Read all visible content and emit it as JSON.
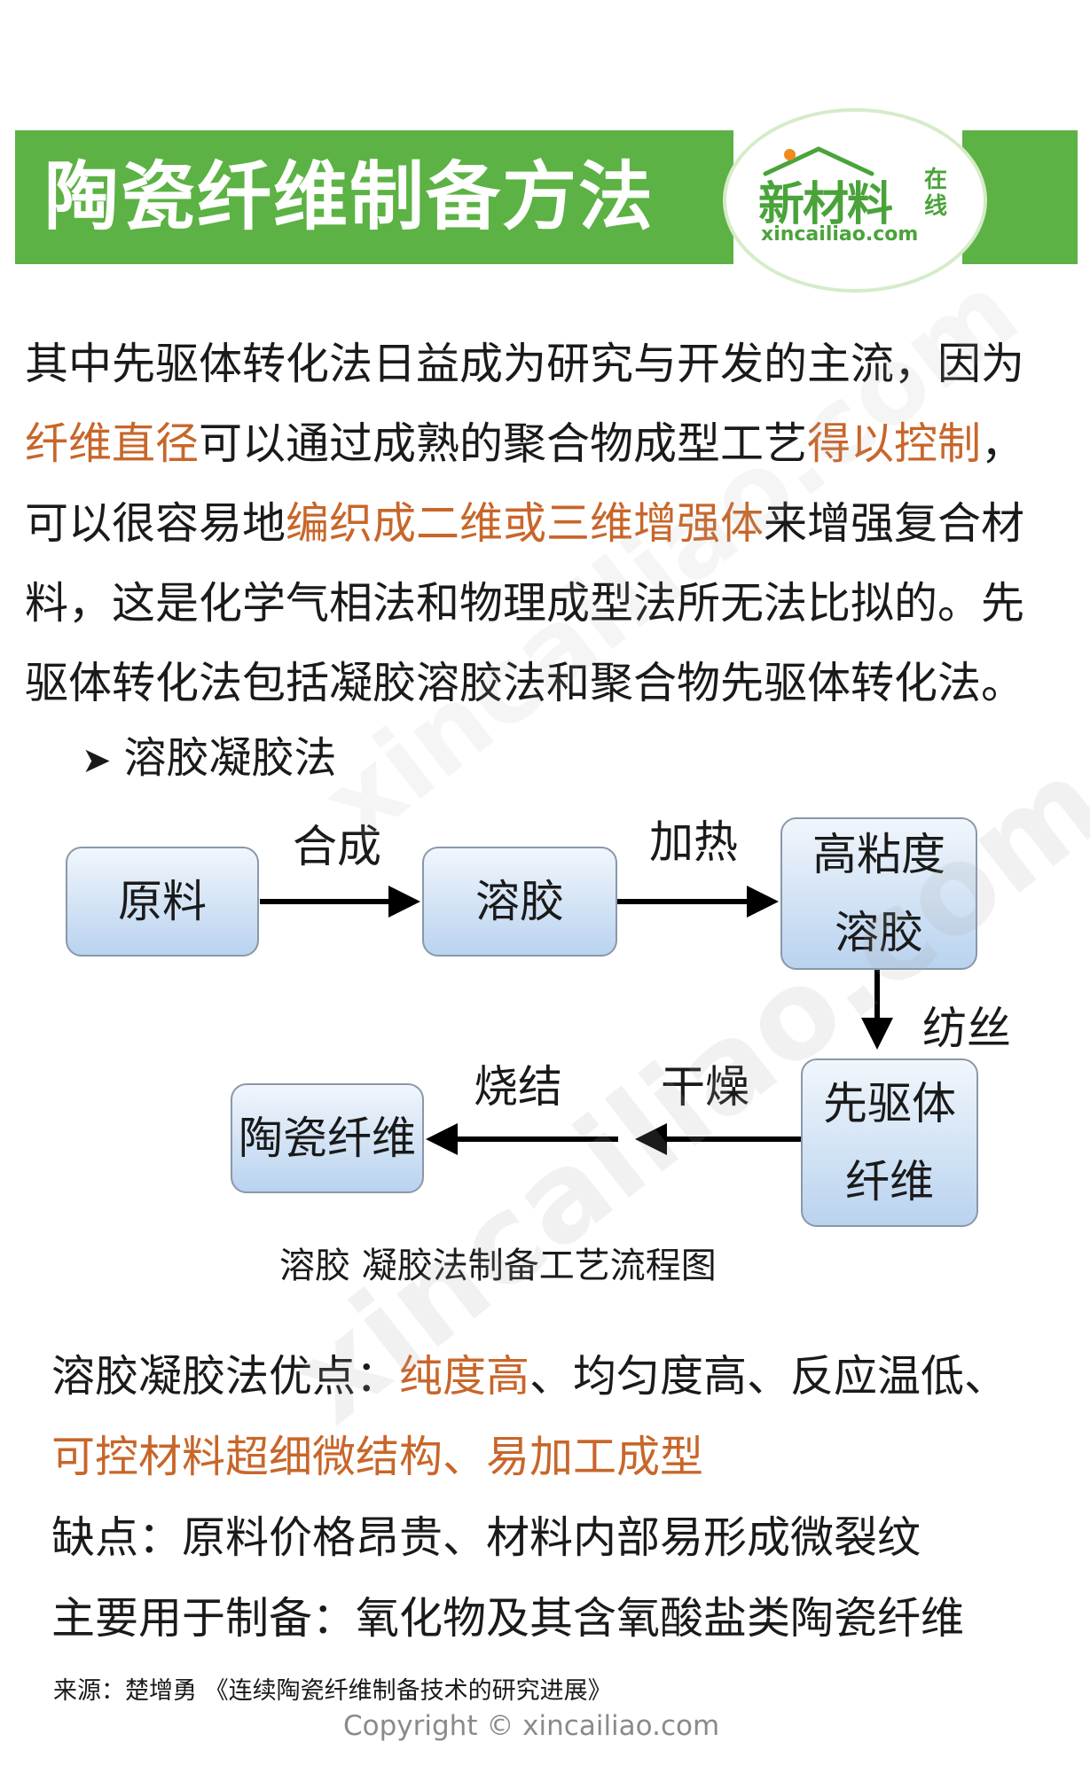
{
  "header": {
    "title": "陶瓷纤维制备方法",
    "logo_text": "新材料",
    "logo_side_1": "在",
    "logo_side_2": "线",
    "logo_url": "xincailiao.com"
  },
  "paragraph": {
    "l1": "其中先驱体转化法日益成为研究与开发的主流，因为",
    "l2_hl1": "纤维直径",
    "l2_mid": "可以通过成熟的聚合物成型工艺",
    "l2_hl2": "得以控制",
    "l2_end": "，",
    "l3_start": "可以很容易地",
    "l3_hl": "编织成二维或三维增强体",
    "l3_end": "来增强复合材",
    "l4": "料，这是化学气相法和物理成型法所无法比拟的。先",
    "l5": "驱体转化法包括凝胶溶胶法和聚合物先驱体转化法。"
  },
  "bullet": {
    "label": "溶胶凝胶法"
  },
  "diagram": {
    "nodes": {
      "raw": "原料",
      "sol": "溶胶",
      "viscous_1": "高粘度",
      "viscous_2": "溶胶",
      "precursor_1": "先驱体",
      "precursor_2": "纤维",
      "ceramic": "陶瓷纤维"
    },
    "edges": {
      "synthesis": "合成",
      "heating": "加热",
      "spinning": "纺丝",
      "drying": "干燥",
      "sintering": "烧结"
    },
    "caption": "溶胶 凝胶法制备工艺流程图"
  },
  "notes": {
    "adv_label": "溶胶凝胶法优点：",
    "adv_hl1": "纯度高",
    "adv_rest": "、均匀度高、反应温低、",
    "adv_hl2": "可控材料超细微结构、易加工成型",
    "disadv": "缺点：原料价格昂贵、材料内部易形成微裂纹",
    "use": "主要用于制备：氧化物及其含氧酸盐类陶瓷纤维"
  },
  "footer": {
    "source": "来源：楚增勇 《连续陶瓷纤维制备技术的研究进展》",
    "copyright": "Copyright © xincailiao.com"
  },
  "colors": {
    "green": "#5cb244",
    "highlight": "#c8662a",
    "box_top": "#f1f6fc",
    "box_bottom": "#b9d3ef"
  }
}
